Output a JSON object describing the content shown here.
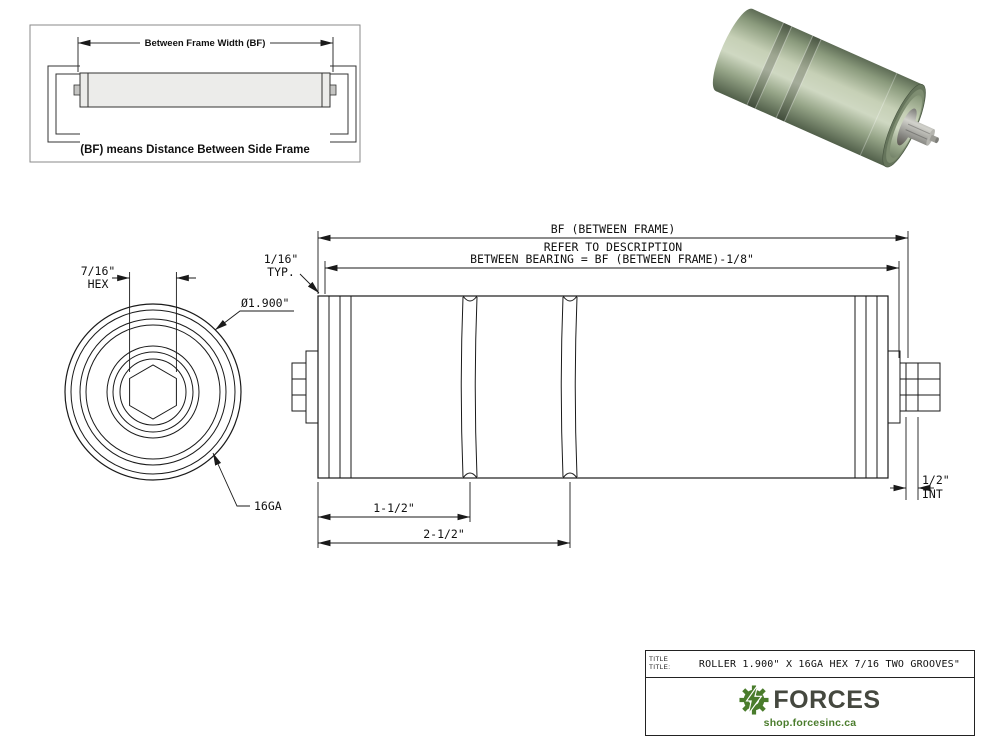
{
  "colors": {
    "line": "#1a1a1a",
    "accent_green": "#4a7c2c",
    "logo_text": "#45483f",
    "roller_body_light": "#cfd8c2",
    "roller_body_dark": "#4e5c47",
    "metal_light": "#c9c9c3",
    "metal_dark": "#55504a"
  },
  "inset": {
    "dim_label": "Between Frame Width (BF)",
    "caption": "(BF) means Distance Between Side Frame"
  },
  "end_view": {
    "hex_dim_line1": "7/16\"",
    "hex_dim_line2": "HEX",
    "diameter_label": "Ø1.900\"",
    "gauge_label": "16GA"
  },
  "side_view": {
    "bf_dim_line1": "BF (BETWEEN FRAME)",
    "bf_dim_line2": "REFER TO DESCRIPTION",
    "bearing_dim": "BETWEEN BEARING = BF (BETWEEN FRAME)-1/8\"",
    "typ_dim_line1": "1/16\"",
    "typ_dim_line2": "TYP.",
    "int_dim_line1": "1/2\"",
    "int_dim_line2": "INT",
    "groove1_dim": "1-1/2\"",
    "groove2_dim": "2-1/2\""
  },
  "title_block": {
    "label_line1": "TITLE",
    "label_line2": "TITLE:",
    "title": "ROLLER 1.900\" X 16GA HEX 7/16 TWO GROOVES\"",
    "brand": "FORCES",
    "website": "shop.forcesinc.ca"
  }
}
